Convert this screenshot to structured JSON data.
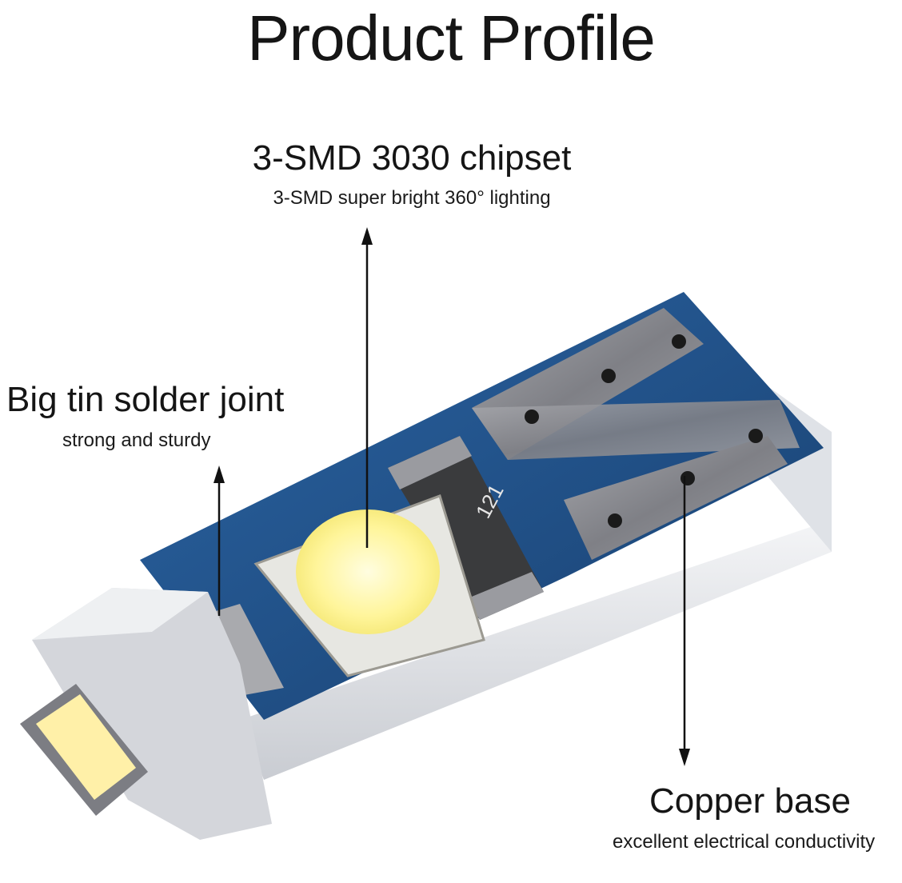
{
  "title": "Product Profile",
  "callouts": {
    "chipset": {
      "title": "3-SMD 3030 chipset",
      "subtitle": "3-SMD super bright 360° lighting"
    },
    "solder": {
      "title": "Big tin solder joint",
      "subtitle": "strong and sturdy"
    },
    "copper": {
      "title": "Copper base",
      "subtitle": "excellent electrical conductivity"
    }
  },
  "resistor_marking": "121",
  "colors": {
    "pcb_blue": "#1f4f86",
    "pad_silver": "#8f9095",
    "led_yellow": "#fff7a8",
    "base_white": "#e9ebef"
  }
}
